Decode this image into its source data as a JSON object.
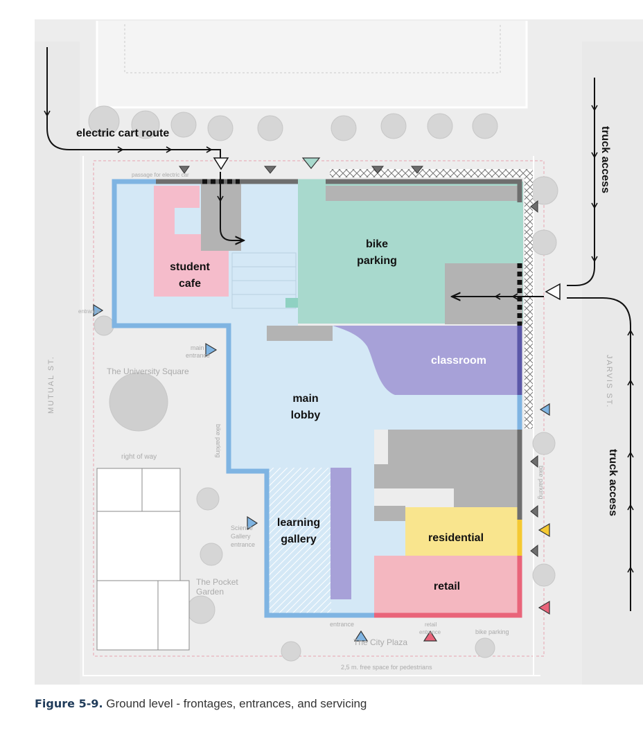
{
  "colors": {
    "lobby": "#d4e8f6",
    "lobby_frontage": "#7fb4e2",
    "bike": "#a8d9cd",
    "classroom": "#a7a1d8",
    "classroom_frontage": "#5a57a8",
    "cafe": "#f5bccb",
    "residential": "#f9e58e",
    "residential_frontage": "#f5c932",
    "retail": "#f4b7c0",
    "retail_frontage": "#e9647a",
    "service": "#b3b3b3",
    "service_frontage": "#6e6e6e",
    "site_bg": "#ededed",
    "route": "#111111"
  },
  "rooms": {
    "student_cafe": [
      "student",
      "cafe"
    ],
    "bike_parking": [
      "bike",
      "parking"
    ],
    "classroom": "classroom",
    "main_lobby": [
      "main",
      "lobby"
    ],
    "learning_gallery": [
      "learning",
      "gallery"
    ],
    "residential": "residential",
    "retail": "retail"
  },
  "routes": {
    "electric_cart": "electric cart route",
    "truck_access": "truck access"
  },
  "site_labels": {
    "mutual_st": "MUTUAL ST.",
    "jarvis_st": "JARVIS ST.",
    "university_square": "The University Square",
    "right_of_way": "right of way",
    "bike_parking_left": "bike parking",
    "bike_parking_right": "bike parking",
    "bike_parking_bottom": "bike parking",
    "passage": "passage for electric car",
    "main_entrance": [
      "main",
      "entrance"
    ],
    "entrance_left": "entrance",
    "entrance_bottom": "entrance",
    "retail_entrance": [
      "retail",
      "entrance"
    ],
    "science_gallery": [
      "Science",
      "Gallery",
      "entrance"
    ],
    "pocket_garden": [
      "The Pocket",
      "Garden"
    ],
    "city_plaza": "The City Plaza",
    "free_space": "2,5 m. free space for pedestrians"
  },
  "caption": {
    "number": "Figure 5-9.",
    "text": " Ground level - frontages, entrances, and servicing"
  },
  "icons": [
    "entrance-triangle-icon",
    "service-triangle-icon",
    "route-arrow-icon"
  ]
}
